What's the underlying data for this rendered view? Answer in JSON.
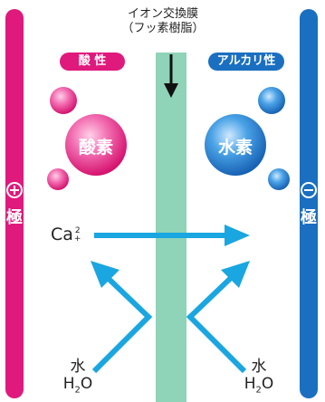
{
  "membrane": {
    "line1": "イオン交換膜",
    "line2": "（フッ素樹脂）"
  },
  "left": {
    "badge": "酸 性",
    "gas": "酸素",
    "electrode_sign": "+",
    "electrode_label": "極",
    "water_label": "水",
    "water_formula_pre": "H",
    "water_formula_sub": "2",
    "water_formula_post": "O"
  },
  "right": {
    "badge": "アルカリ性",
    "gas": "水素",
    "electrode_sign": "−",
    "electrode_label": "極",
    "water_label": "水",
    "water_formula_pre": "H",
    "water_formula_sub": "2",
    "water_formula_post": "O"
  },
  "ion": {
    "symbol": "Ca",
    "charge_num": "2",
    "charge_sign": "+"
  },
  "colors": {
    "anode": "#e0197d",
    "cathode": "#1a6fc0",
    "membrane": "#8fd3b8",
    "arrow": "#1aa6e0",
    "acid_badge": "#e0197d",
    "alkali_badge": "#1a6fc0"
  }
}
